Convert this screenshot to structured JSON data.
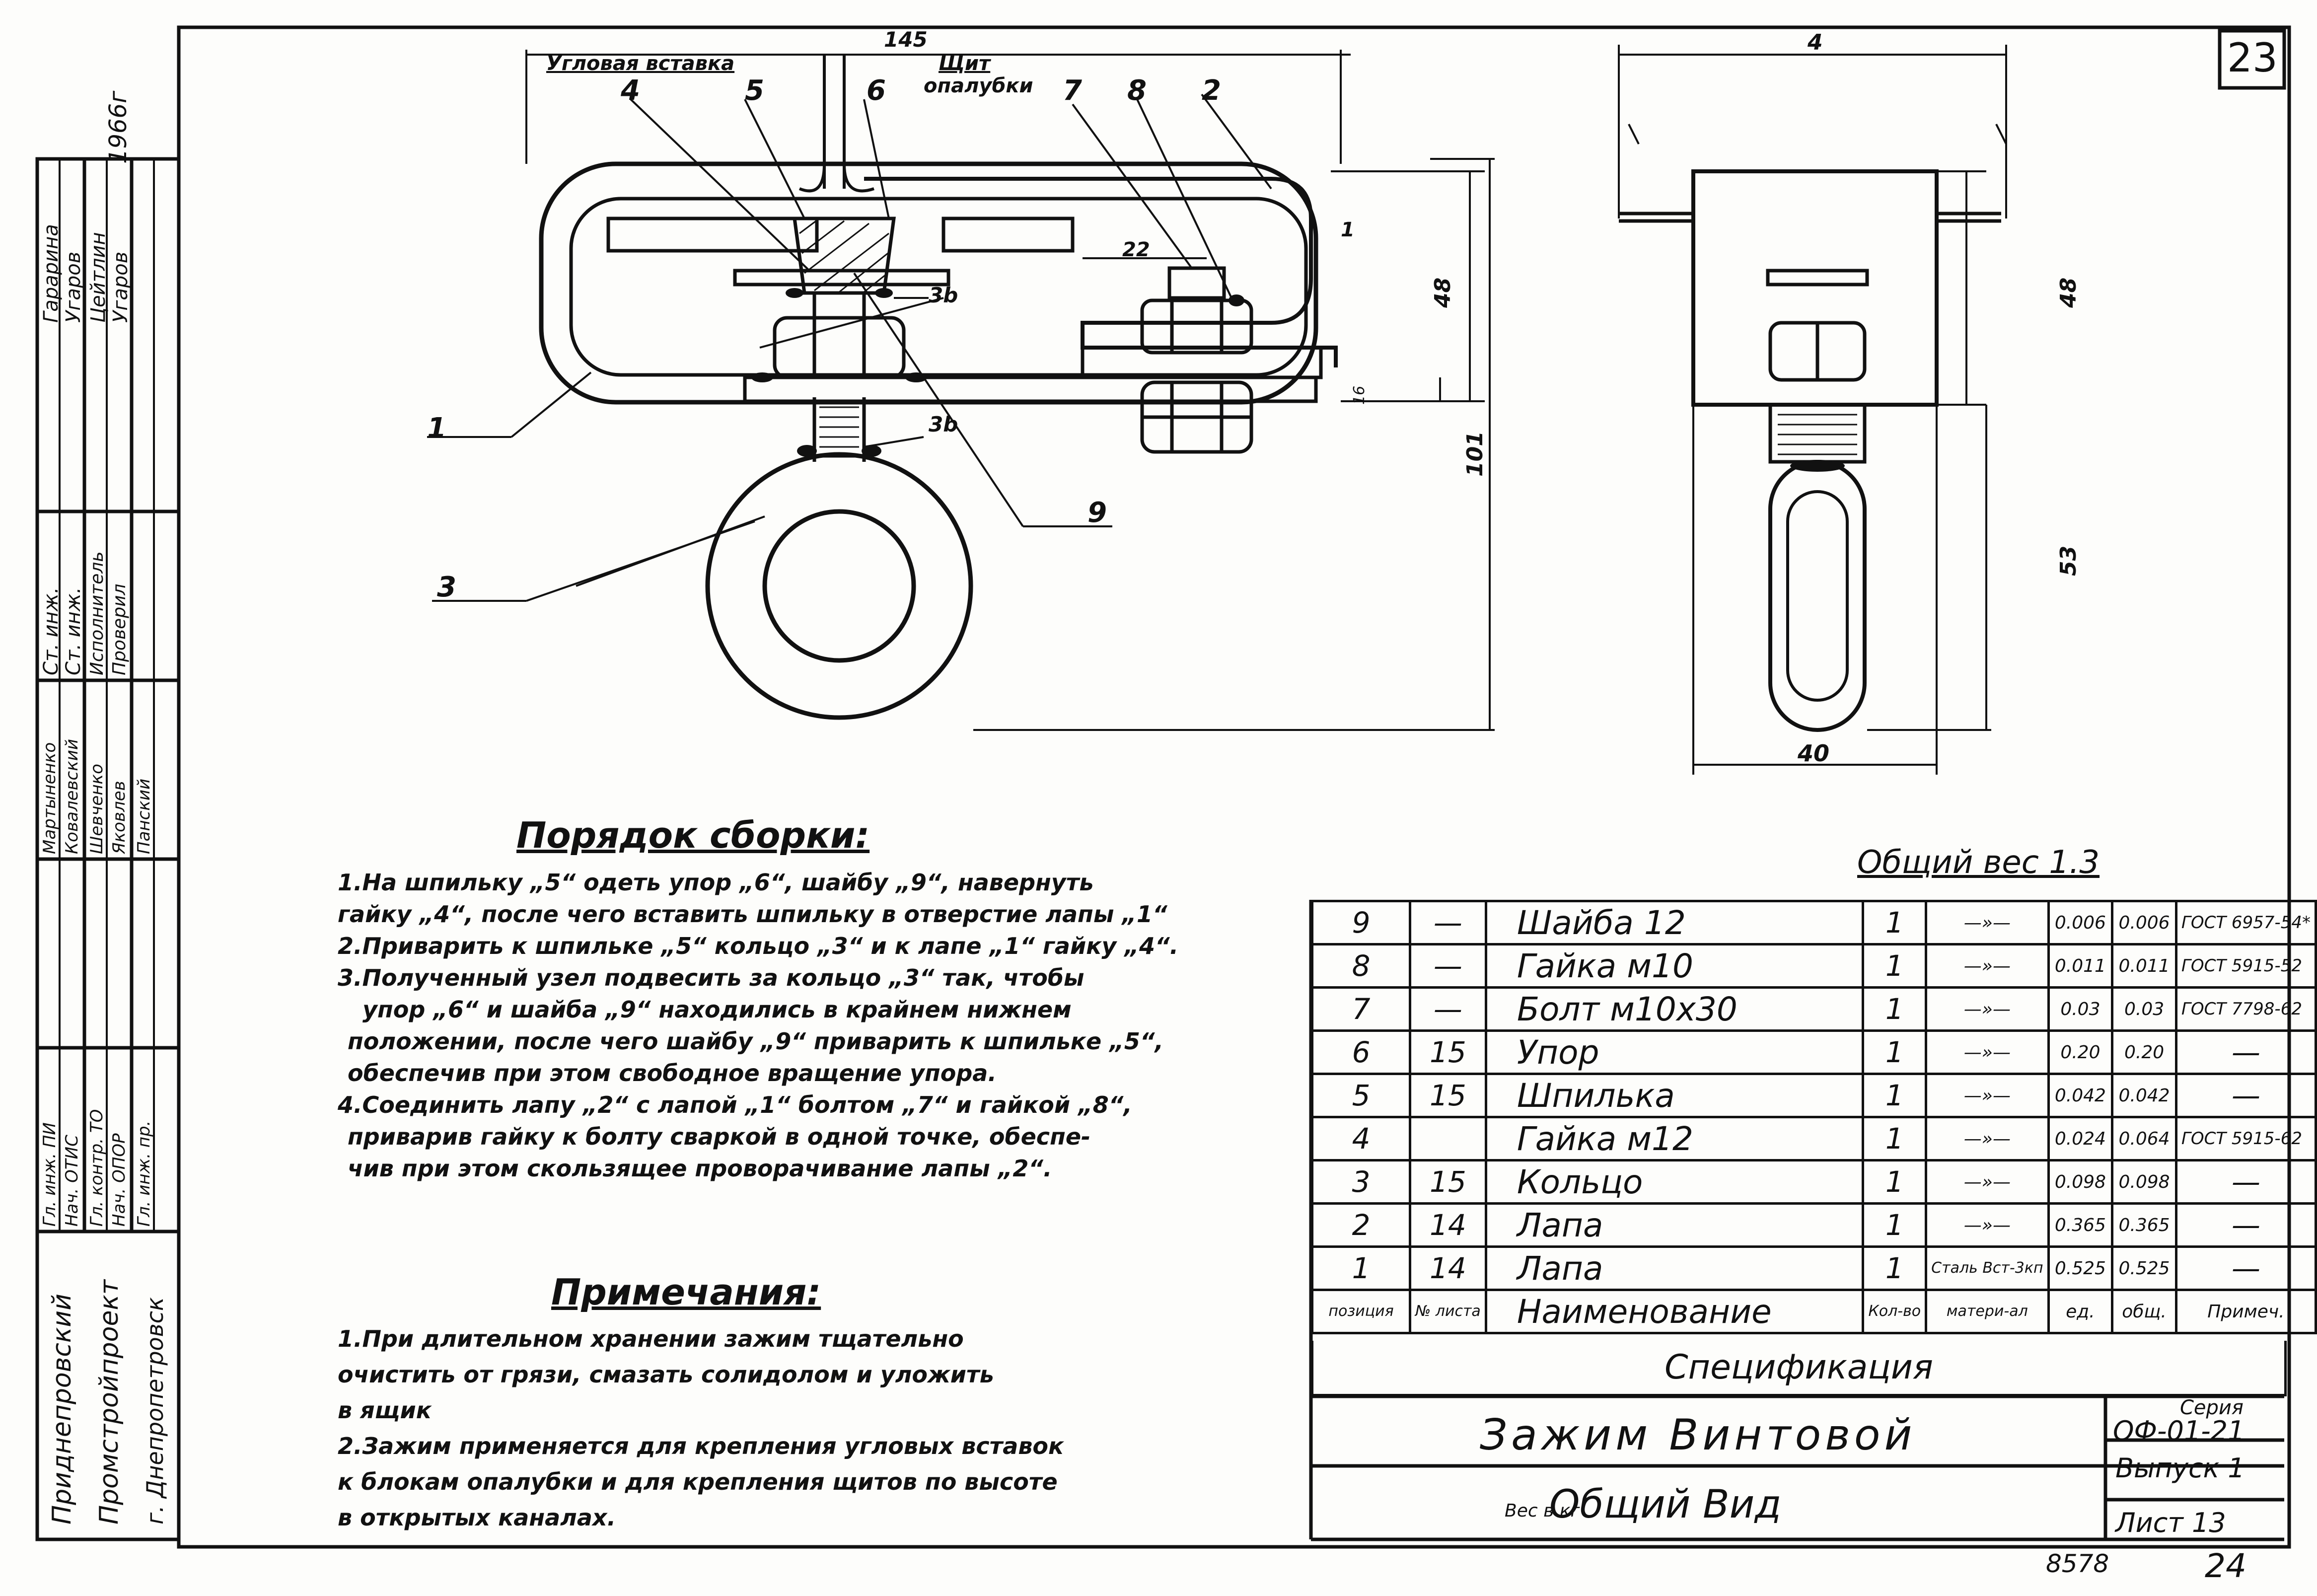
{
  "sheet_number": "23",
  "year_mark": "1966г",
  "drawing": {
    "callouts": {
      "corner_insert": "Угловая вставка",
      "shield": "Щит",
      "formwork": "опалубки",
      "p1": "1",
      "p2": "2",
      "p3": "3",
      "p4": "4",
      "p5": "5",
      "p6": "6",
      "p7": "7",
      "p8": "8",
      "p9": "9"
    },
    "dims": {
      "d145": "145",
      "d22": "22",
      "d48": "48",
      "d101": "101",
      "d16": "16",
      "d1": "1",
      "d53": "53",
      "d40": "40",
      "d4": "4",
      "weld": "3b",
      "weld2": "3b"
    }
  },
  "assembly": {
    "title": "Порядок сборки:",
    "steps": [
      "1.На шпильку „5“ одеть упор „6“, шайбу „9“, навернуть",
      "гайку „4“, после чего вставить шпильку в отверстие лапы „1“",
      "2.Приварить к шпильке „5“ кольцо „3“ и к лапе „1“ гайку „4“.",
      "3.Полученный узел подвесить за кольцо „3“ так, чтобы",
      "упор „6“ и шайба „9“ находились в крайнем нижнем",
      "положении, после чего шайбу „9“ приварить к шпильке „5“,",
      "обеспечив при этом свободное вращение упора.",
      "4.Соединить лапу „2“ с лапой „1“ болтом „7“ и гайкой „8“,",
      "приварив гайку к болту сваркой в одной точке, обеспе-",
      "чив при этом скользящее проворачивание лапы „2“."
    ]
  },
  "notes": {
    "title": "Примечания:",
    "lines": [
      "1.При длительном хранении зажим тщательно",
      "очистить от грязи, смазать солидолом и уложить",
      "в ящик",
      "2.Зажим применяется для крепления угловых вставок",
      "к блокам опалубки и для крепления щитов по высоте",
      "в открытых каналах."
    ]
  },
  "weight": "Общий вес 1.3",
  "spec": {
    "rows": [
      {
        "pos": "9",
        "sheet": "—",
        "name": "Шайба 12",
        "qty": "1",
        "mat": "—»—",
        "unit": "0.006",
        "total": "0.006",
        "note": "ГОСТ 6957-54*"
      },
      {
        "pos": "8",
        "sheet": "—",
        "name": "Гайка м10",
        "qty": "1",
        "mat": "—»—",
        "unit": "0.011",
        "total": "0.011",
        "note": "ГОСТ 5915-52"
      },
      {
        "pos": "7",
        "sheet": "—",
        "name": "Болт м10х30",
        "qty": "1",
        "mat": "—»—",
        "unit": "0.03",
        "total": "0.03",
        "note": "ГОСТ 7798-62"
      },
      {
        "pos": "6",
        "sheet": "15",
        "name": "Упор",
        "qty": "1",
        "mat": "—»—",
        "unit": "0.20",
        "total": "0.20",
        "note": "—"
      },
      {
        "pos": "5",
        "sheet": "15",
        "name": "Шпилька",
        "qty": "1",
        "mat": "—»—",
        "unit": "0.042",
        "total": "0.042",
        "note": "—"
      },
      {
        "pos": "4",
        "sheet": "",
        "name": "Гайка м12",
        "qty": "1",
        "mat": "—»—",
        "unit": "0.024",
        "total": "0.064",
        "note": "ГОСТ 5915-62"
      },
      {
        "pos": "3",
        "sheet": "15",
        "name": "Кольцо",
        "qty": "1",
        "mat": "—»—",
        "unit": "0.098",
        "total": "0.098",
        "note": "—"
      },
      {
        "pos": "2",
        "sheet": "14",
        "name": "Лапа",
        "qty": "1",
        "mat": "—»—",
        "unit": "0.365",
        "total": "0.365",
        "note": "—"
      },
      {
        "pos": "1",
        "sheet": "14",
        "name": "Лапа",
        "qty": "1",
        "mat": "Сталь Вст-3кп",
        "unit": "0.525",
        "total": "0.525",
        "note": "—"
      }
    ],
    "header": {
      "pos": "позиция",
      "sheet": "№ листа",
      "name": "Наименование",
      "qty": "Кол-во",
      "mat": "матери-ал",
      "unit": "ед.",
      "total": "общ.",
      "weight": "Вес в кг",
      "note": "Примеч."
    },
    "caption": "Спецификация"
  },
  "title_block": {
    "name": "Зажим Винтовой",
    "view": "Общий Вид",
    "series_label": "Серия",
    "series": "ОФ-01-21",
    "issue": "Выпуск 1",
    "sheet": "Лист 13"
  },
  "bottom_marks": {
    "left": "8578",
    "right": "24"
  },
  "side_stamp": {
    "orgs": [
      "Приднепровский",
      "Промстройпроект",
      "г. Днепропетровск"
    ],
    "roles": [
      "Гл. инж. ПИ",
      "Нач. ОТИС",
      "Гл. контр. ТО",
      "Нач. ОПОР",
      "Гл. инж. пр."
    ],
    "roles2": [
      "Ст. инж.",
      "Ст. инж.",
      "Исполнитель",
      "Проверил"
    ],
    "names": [
      "Гарарина",
      "Угаров",
      "Цейтлин",
      "Угаров"
    ],
    "names2": [
      "Мартыненко",
      "Ковалевский",
      "Шевченко",
      "Яковлев",
      "Панский"
    ]
  }
}
